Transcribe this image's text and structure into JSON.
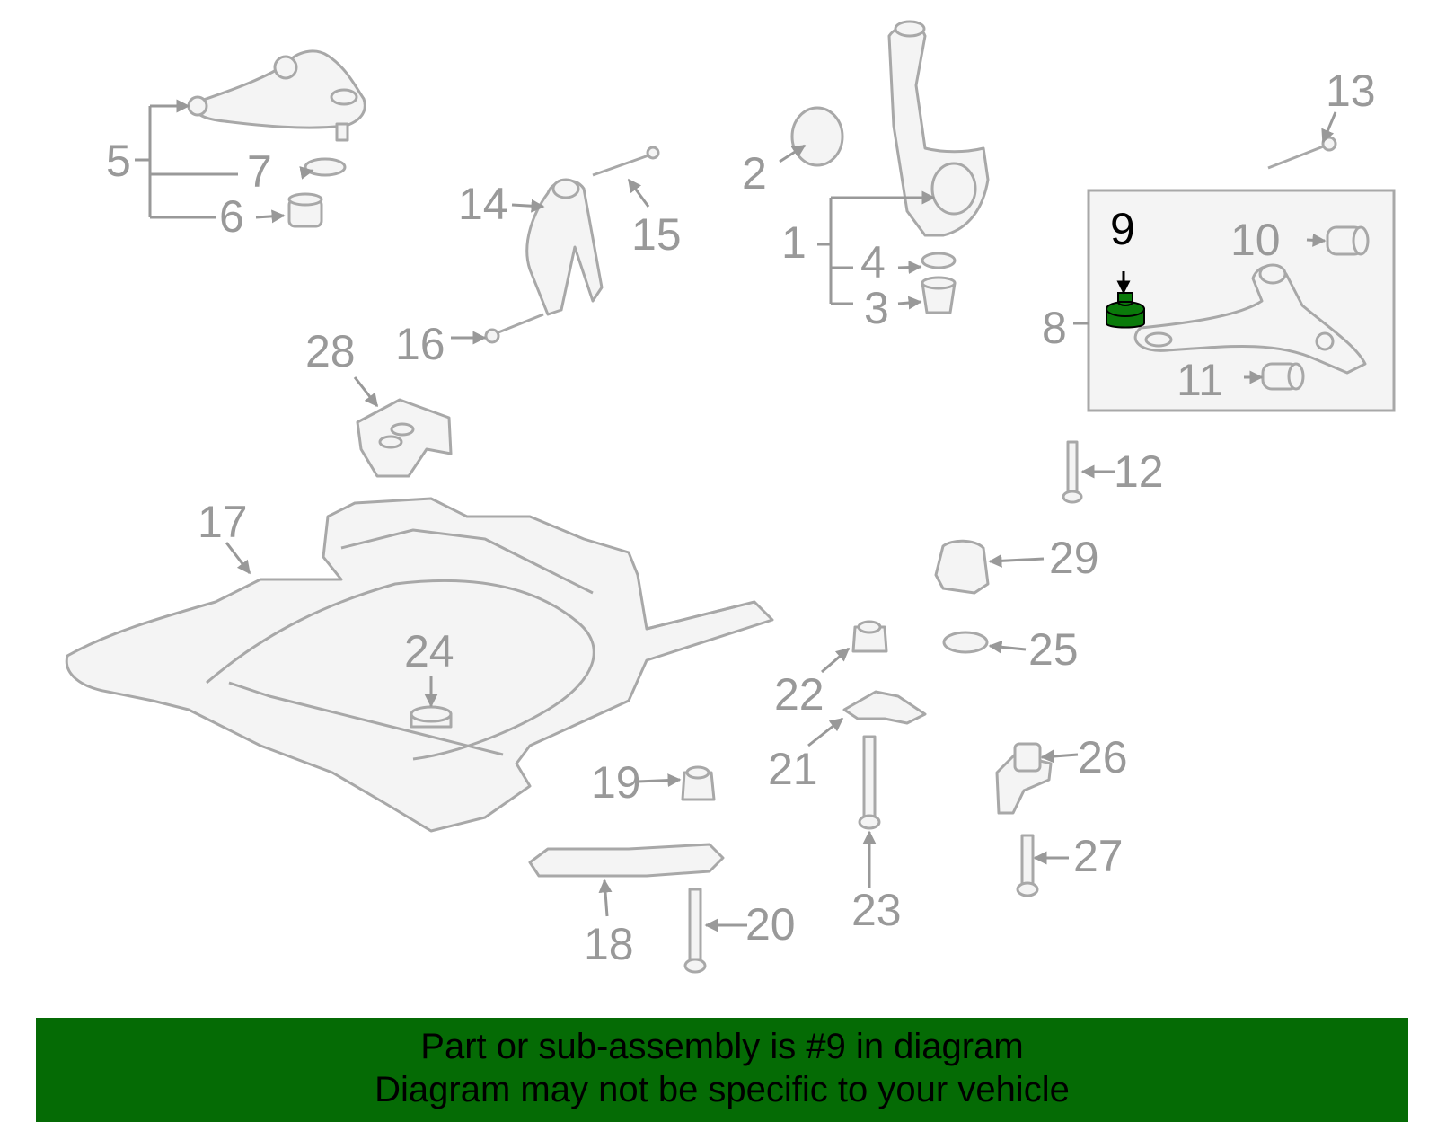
{
  "banner": {
    "line1": "Part or sub-assembly is #9 in diagram",
    "line2": "Diagram may not be specific to your vehicle",
    "color": "#056b05"
  },
  "highlight": {
    "part": "9",
    "color": "#0a7a0a"
  },
  "callouts": {
    "c1": "1",
    "c2": "2",
    "c3": "3",
    "c4": "4",
    "c5": "5",
    "c6": "6",
    "c7": "7",
    "c8": "8",
    "c9": "9",
    "c10": "10",
    "c11": "11",
    "c12": "12",
    "c13": "13",
    "c14": "14",
    "c15": "15",
    "c16": "16",
    "c17": "17",
    "c18": "18",
    "c19": "19",
    "c20": "20",
    "c21": "21",
    "c22": "22",
    "c23": "23",
    "c24": "24",
    "c25": "25",
    "c26": "26",
    "c27": "27",
    "c28": "28",
    "c29": "29"
  }
}
